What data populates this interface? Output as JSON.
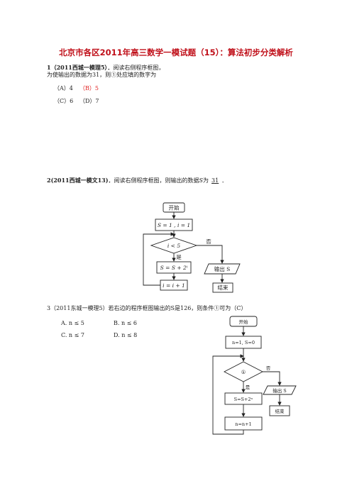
{
  "title": "北京市各区2011年高三数学一模试题（15）：算法初步分类解析",
  "q1": {
    "label": "1（2011西城一模理5）．",
    "text": "阅读右侧程序框图，",
    "line2": "为使输出的数据为31，则①处应填的数字为",
    "optA": "（A）4",
    "optB": "（B）5",
    "optC": "（C）6",
    "optD": "（D）7"
  },
  "q2": {
    "label": "2(2011西城一模文13)．",
    "text_before": "阅读右侧程序框图，则输出的数据",
    "var": "S",
    "text_mid": "为",
    "answer": "31",
    "text_end": "．"
  },
  "flow1": {
    "start": "开始",
    "init": "S = 1 , i = 1",
    "cond": "i < 5",
    "no": "否",
    "yes": "是",
    "update": "S = S + 2ⁱ",
    "incr": "i = i + 1",
    "output": "输出 S",
    "end": "结束"
  },
  "q3": {
    "text": "3（2011东城一模理5）若右边的程序框图输出的S是126，则条件①可为（C）",
    "optA": "A.  n ≤ 5",
    "optB": "B.  n ≤ 6",
    "optC": "C.  n ≤ 7",
    "optD": "D.  n ≤ 8"
  },
  "flow2": {
    "start": "开始",
    "init": "n=1, S=0",
    "cond": "①",
    "no": "否",
    "yes": "是",
    "update": "S=S+2ⁿ",
    "output": "输出 S",
    "end": "结束",
    "incr": "n=n+1"
  }
}
